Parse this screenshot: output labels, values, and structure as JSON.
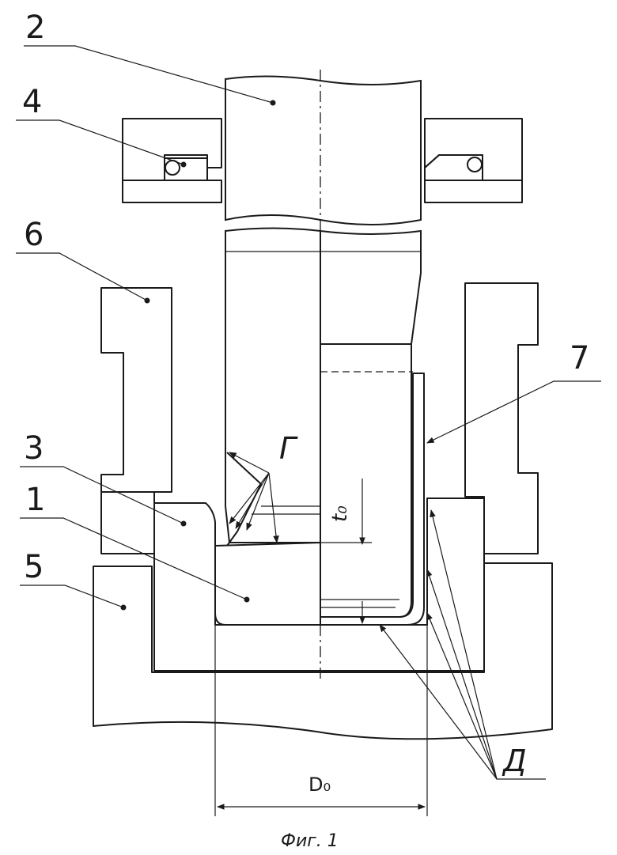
{
  "figure": {
    "caption": "Фиг. 1",
    "callouts": {
      "c1": "1",
      "c2": "2",
      "c3": "3",
      "c4": "4",
      "c5": "5",
      "c6": "6",
      "c7": "7",
      "g": "Г",
      "d": "Д"
    },
    "dimensions": {
      "diameter": "D₀",
      "thickness": "t₀"
    }
  }
}
